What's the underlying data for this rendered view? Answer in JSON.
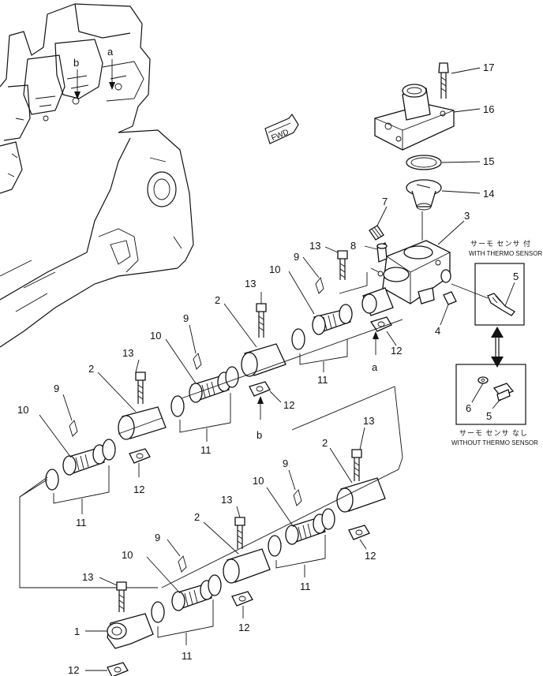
{
  "fwd_label": "FWD",
  "callouts": {
    "n1": "1",
    "n2a": "2",
    "n2b": "2",
    "n2c": "2",
    "n2d": "2",
    "n3": "3",
    "n4": "4",
    "n5a": "5",
    "n5b": "5",
    "n6": "6",
    "n7": "7",
    "n8": "8",
    "n9a": "9",
    "n9b": "9",
    "n9c": "9",
    "n9d": "9",
    "n9e": "9",
    "n10a": "10",
    "n10b": "10",
    "n10c": "10",
    "n10d": "10",
    "n10e": "10",
    "n11a": "11",
    "n11b": "11",
    "n11c": "11",
    "n11d": "11",
    "n11e": "11",
    "n12a": "12",
    "n12b": "12",
    "n12c": "12",
    "n12d": "12",
    "n12e": "12",
    "n12f": "12",
    "n13a": "13",
    "n13b": "13",
    "n13c": "13",
    "n13d": "13",
    "n13e": "13",
    "n14": "14",
    "n15": "15",
    "n16": "16",
    "n17": "17"
  },
  "letters": {
    "a_top": "a",
    "b_top": "b",
    "a_conn": "a",
    "b_conn": "b"
  },
  "with_sensor": {
    "jp": "サーモ センサ 付",
    "en": "WITH THERMO SENSOR"
  },
  "without_sensor": {
    "jp": "サーモ センサ なし",
    "en": "WITHOUT THERMO SENSOR"
  }
}
